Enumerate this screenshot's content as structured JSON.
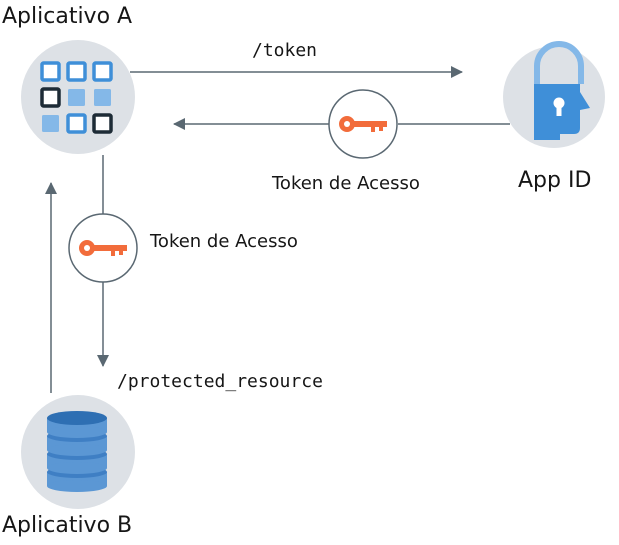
{
  "nodes": {
    "app_a": {
      "label": "Aplicativo A",
      "icon": "grid-app-icon"
    },
    "app_id": {
      "label": "App ID",
      "icon": "padlock-head-icon"
    },
    "app_b": {
      "label": "Aplicativo B",
      "icon": "database-icon"
    }
  },
  "flows": {
    "token_request": {
      "label": "/token"
    },
    "token_response": {
      "label": "Token de Acesso",
      "icon": "key-icon"
    },
    "resource_request": {
      "label": "/protected_resource",
      "token_label": "Token de Acesso",
      "icon": "key-icon"
    }
  },
  "colors": {
    "node_bg": "#dde1e6",
    "arrow": "#5a6872",
    "key": "#f26c3b",
    "blue": "#3f8fd8",
    "blue_light": "#84b8e8",
    "dark": "#1d2b36",
    "db_blue": "#5b97d4"
  }
}
